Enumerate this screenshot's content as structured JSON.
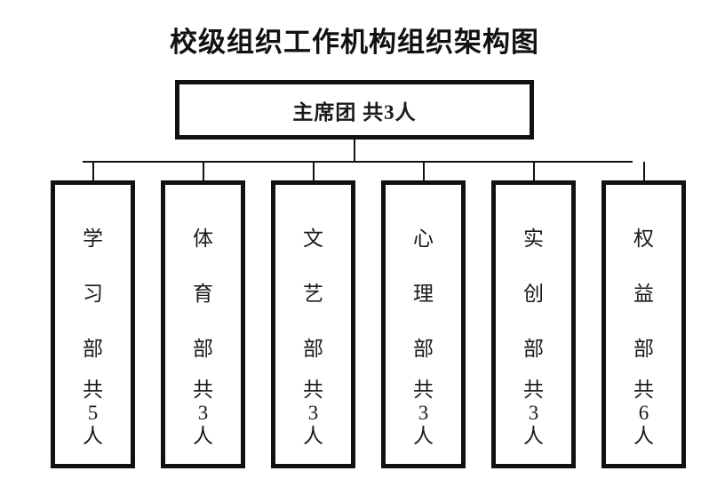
{
  "title": "校级组织工作机构组织架构图",
  "root": {
    "name": "主席团",
    "count_label": "共3人",
    "full_label": "主席团 共3人",
    "count": 3
  },
  "children": [
    {
      "name": "学习部",
      "name_chars": [
        "学",
        "习",
        "部"
      ],
      "count_chars": [
        "共",
        "5",
        "人"
      ],
      "count_label": "共5人",
      "count": 5,
      "full_label": "学习部共5人"
    },
    {
      "name": "体育部",
      "name_chars": [
        "体",
        "育",
        "部"
      ],
      "count_chars": [
        "共",
        "3",
        "人"
      ],
      "count_label": "共3人",
      "count": 3,
      "full_label": "体育部共3人"
    },
    {
      "name": "文艺部",
      "name_chars": [
        "文",
        "艺",
        "部"
      ],
      "count_chars": [
        "共",
        "3",
        "人"
      ],
      "count_label": "共3人",
      "count": 3,
      "full_label": "文艺部共3人"
    },
    {
      "name": "心理部",
      "name_chars": [
        "心",
        "理",
        "部"
      ],
      "count_chars": [
        "共",
        "3",
        "人"
      ],
      "count_label": "共3人",
      "count": 3,
      "full_label": "心理部共3人"
    },
    {
      "name": "实创部",
      "name_chars": [
        "实",
        "创",
        "部"
      ],
      "count_chars": [
        "共",
        "3",
        "人"
      ],
      "count_label": "共3人",
      "count": 3,
      "full_label": "实创部共3人"
    },
    {
      "name": "权益部",
      "name_chars": [
        "权",
        "益",
        "部"
      ],
      "count_chars": [
        "共",
        "6",
        "人"
      ],
      "count_label": "共6人",
      "count": 6,
      "full_label": "权益部共6人"
    }
  ],
  "colors": {
    "background": "#ffffff",
    "line": "#111111",
    "text": "#1a1a1a"
  }
}
